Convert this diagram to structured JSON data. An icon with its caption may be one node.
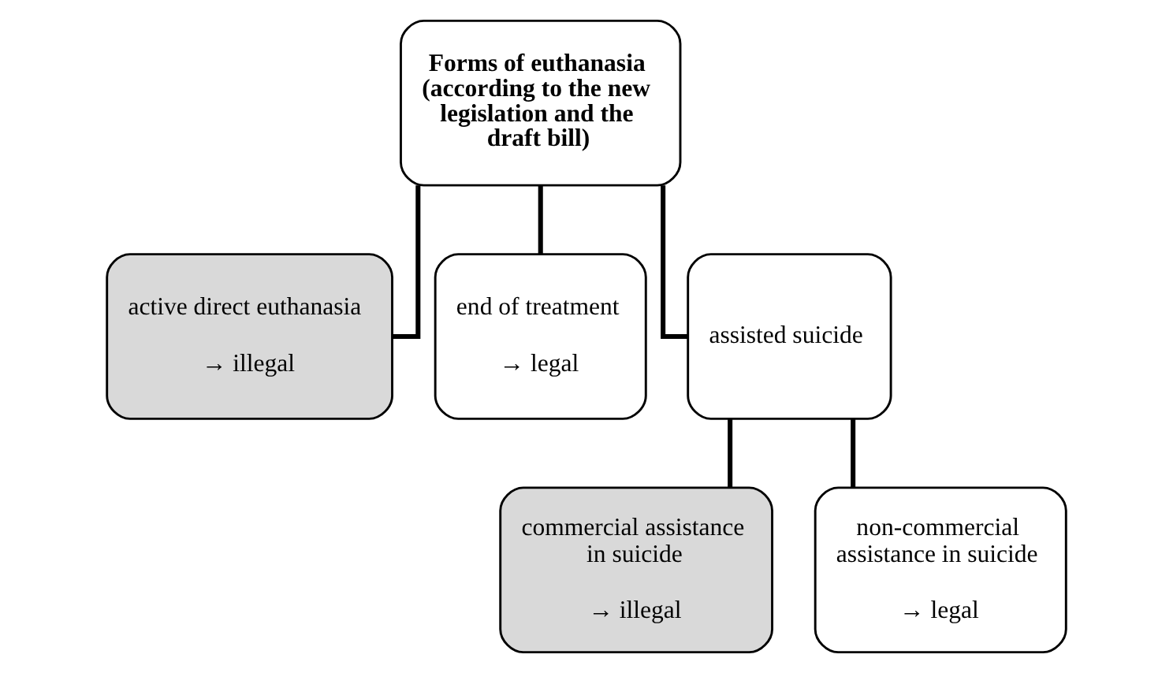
{
  "diagram": {
    "nodes": [
      {
        "text": [
          "Forms of euthanasia (according to the new legislation and the draft bill)"
        ]
      },
      {
        "text": [
          "active direct euthanasia",
          "→ illegal"
        ]
      },
      {
        "text": [
          "end of treatment",
          "→ legal"
        ]
      },
      {
        "text": [
          "assisted suicide"
        ]
      },
      {
        "text": [
          "commercial assistance in suicide",
          "→ illegal"
        ]
      },
      {
        "text": [
          "non-commercial assistance in suicide",
          "→ legal"
        ]
      }
    ],
    "edges": [
      {
        "from": 0,
        "to": 1,
        "arrow": "none"
      },
      {
        "from": 0,
        "to": 2,
        "arrow": "none"
      },
      {
        "from": 0,
        "to": 3,
        "arrow": "none"
      },
      {
        "from": 3,
        "to": 4,
        "arrow": "none"
      },
      {
        "from": 3,
        "to": 5,
        "arrow": "none"
      }
    ]
  }
}
